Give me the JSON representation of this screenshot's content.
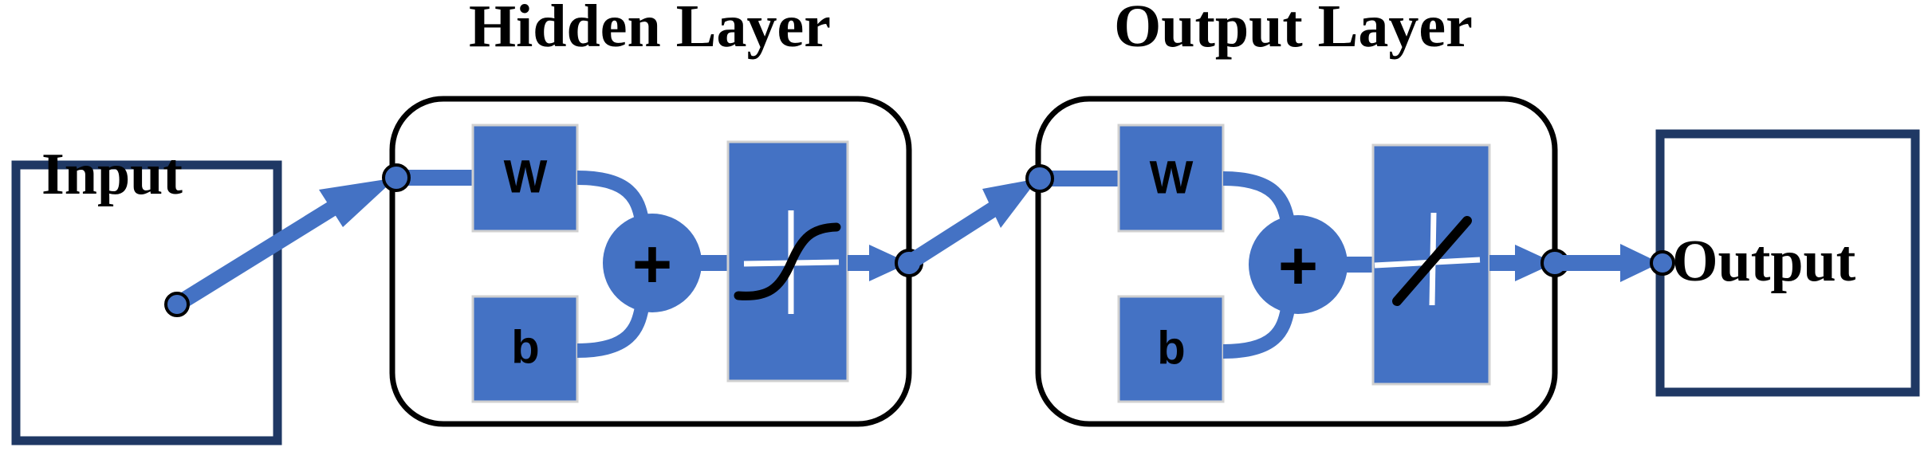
{
  "diagram": {
    "type": "neural-network-block-diagram",
    "background_color": "#FFFFFF",
    "colors": {
      "accent_blue": "#4472C4",
      "io_border_navy": "#1F3864",
      "layer_border_black": "#000000",
      "text_black": "#000000",
      "axis_white": "#FFFFFF"
    },
    "titles": {
      "hidden_layer": "Hidden Layer",
      "output_layer": "Output Layer"
    },
    "io_blocks": {
      "input_label": "Input",
      "output_label": "Output"
    },
    "layers": [
      {
        "id": "hidden",
        "title": "Hidden Layer",
        "weight_label": "W",
        "bias_label": "b",
        "sum_label": "+",
        "activation": "sigmoid"
      },
      {
        "id": "output",
        "title": "Output Layer",
        "weight_label": "W",
        "bias_label": "b",
        "sum_label": "+",
        "activation": "linear"
      }
    ],
    "connections": [
      {
        "from": "input",
        "to": "hidden",
        "style": "diagonal-arrow"
      },
      {
        "from": "hidden",
        "to": "output",
        "style": "diagonal-arrow"
      },
      {
        "from": "output",
        "to": "output-block",
        "style": "horizontal-arrow"
      }
    ]
  }
}
